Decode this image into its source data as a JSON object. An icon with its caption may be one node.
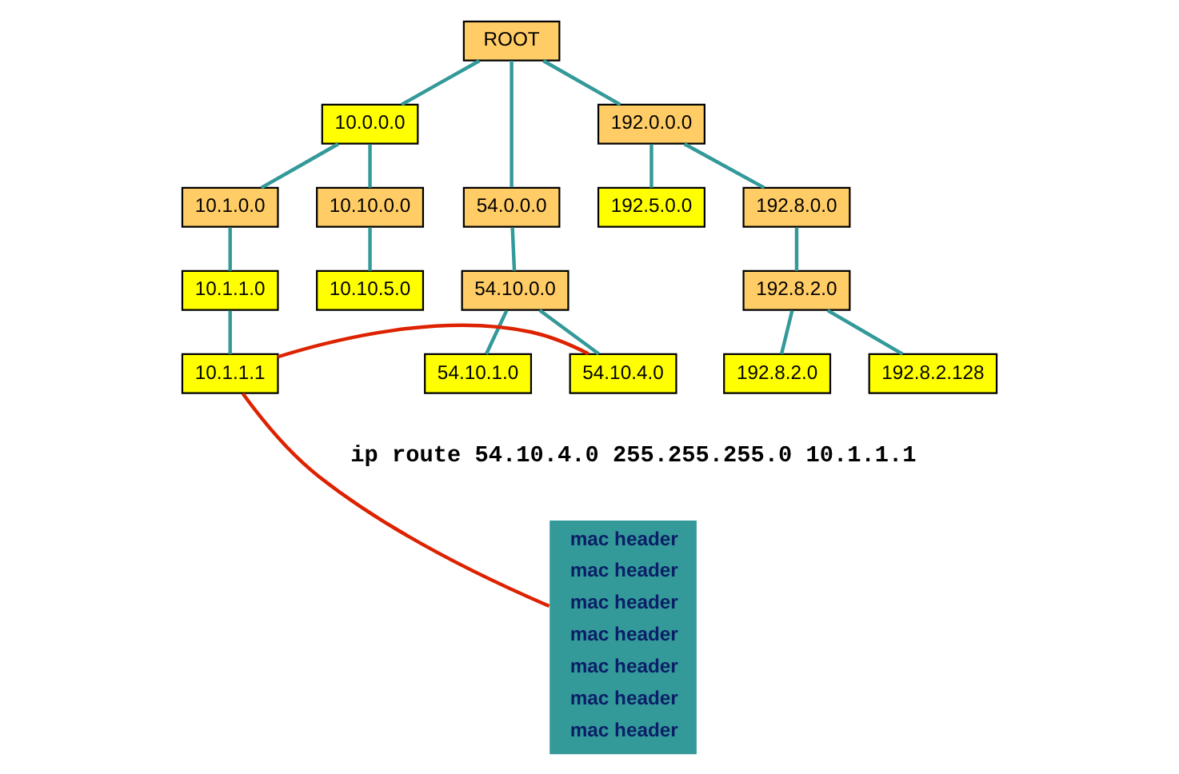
{
  "diagram": {
    "nodes": [
      {
        "text": [
          "ROOT"
        ]
      },
      {
        "text": [
          "10.0.0.0"
        ]
      },
      {
        "text": [
          "54.0.0.0"
        ]
      },
      {
        "text": [
          "192.0.0.0"
        ]
      },
      {
        "text": [
          "10.1.0.0"
        ]
      },
      {
        "text": [
          "10.10.0.0"
        ]
      },
      {
        "text": [
          "54.10.0.0"
        ]
      },
      {
        "text": [
          "192.5.0.0"
        ]
      },
      {
        "text": [
          "192.8.0.0"
        ]
      },
      {
        "text": [
          "10.1.1.0"
        ]
      },
      {
        "text": [
          "10.10.5.0"
        ]
      },
      {
        "text": [
          "192.8.2.0"
        ]
      },
      {
        "text": [
          "10.1.1.1"
        ]
      },
      {
        "text": [
          "54.10.1.0"
        ]
      },
      {
        "text": [
          "54.10.4.0"
        ]
      },
      {
        "text": [
          "192.8.2.0"
        ]
      },
      {
        "text": [
          "192.8.2.128"
        ]
      },
      {
        "text": [
          "mac header",
          "mac header",
          "mac header",
          "mac header",
          "mac header",
          "mac header",
          "mac header"
        ]
      }
    ],
    "edges": [
      {
        "from": 0,
        "to": 1,
        "arrow": "none"
      },
      {
        "from": 0,
        "to": 2,
        "arrow": "none"
      },
      {
        "from": 0,
        "to": 3,
        "arrow": "none"
      },
      {
        "from": 1,
        "to": 4,
        "arrow": "none"
      },
      {
        "from": 1,
        "to": 5,
        "arrow": "none"
      },
      {
        "from": 2,
        "to": 6,
        "arrow": "none"
      },
      {
        "from": 3,
        "to": 7,
        "arrow": "none"
      },
      {
        "from": 3,
        "to": 8,
        "arrow": "none"
      },
      {
        "from": 4,
        "to": 9,
        "arrow": "none"
      },
      {
        "from": 5,
        "to": 10,
        "arrow": "none"
      },
      {
        "from": 8,
        "to": 11,
        "arrow": "none"
      },
      {
        "from": 9,
        "to": 12,
        "arrow": "none"
      },
      {
        "from": 6,
        "to": 13,
        "arrow": "none"
      },
      {
        "from": 6,
        "to": 14,
        "arrow": "none"
      },
      {
        "from": 11,
        "to": 15,
        "arrow": "none"
      },
      {
        "from": 11,
        "to": 16,
        "arrow": "none"
      },
      {
        "from": 12,
        "to": 14,
        "arrow": "none",
        "color": "#dd2200"
      },
      {
        "from": 12,
        "to": 17,
        "arrow": "none",
        "color": "#dd2200"
      }
    ],
    "labels": [
      "ip route 54.10.4.0 255.255.255.0 10.1.1.1"
    ]
  }
}
